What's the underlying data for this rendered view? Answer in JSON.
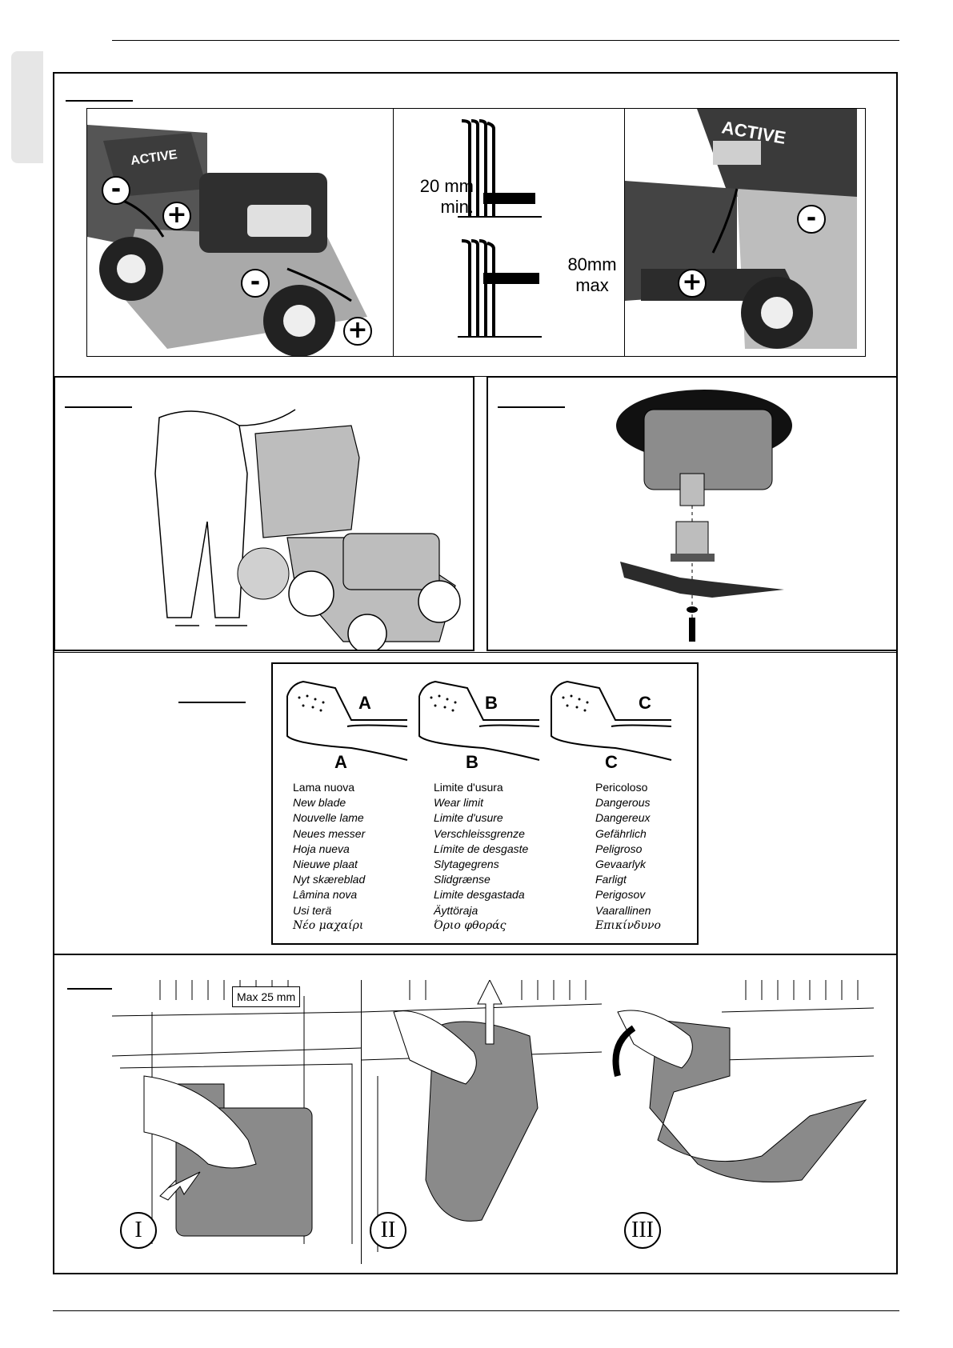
{
  "fig1": {
    "height_label_min": "20 mm\nmin.",
    "height_label_max": "80mm\nmax",
    "brand": "ACTIVE",
    "plus": "+",
    "minus": "-"
  },
  "wear": {
    "letters": [
      "A",
      "B",
      "C"
    ],
    "columns": [
      {
        "lines": [
          "Lama nuova",
          "New blade",
          "Nouvelle lame",
          "Neues messer",
          "Hoja nueva",
          "Nieuwe plaat",
          "Nyt skæreblad",
          "Lâmina nova",
          "Usi terä",
          "Νέο μαχαίρι"
        ]
      },
      {
        "lines": [
          "Limite d'usura",
          "Wear limit",
          "Limite d'usure",
          "Verschleissgrenze",
          "Límite de desgaste",
          "Slytagegrens",
          "Slidgrænse",
          "Limite desgastada",
          "Äyttöraja",
          "Όριο φθοράς"
        ]
      },
      {
        "lines": [
          "Pericoloso",
          "Dangerous",
          "Dangereux",
          "Gefährlich",
          "Peligroso",
          "Gevaarlyk",
          "Farligt",
          "Perigosov",
          "Vaarallinen",
          "Επικίνδυνο"
        ]
      }
    ]
  },
  "fig5": {
    "max_label": "Max 25 mm",
    "steps": [
      "I",
      "II",
      "III"
    ]
  }
}
